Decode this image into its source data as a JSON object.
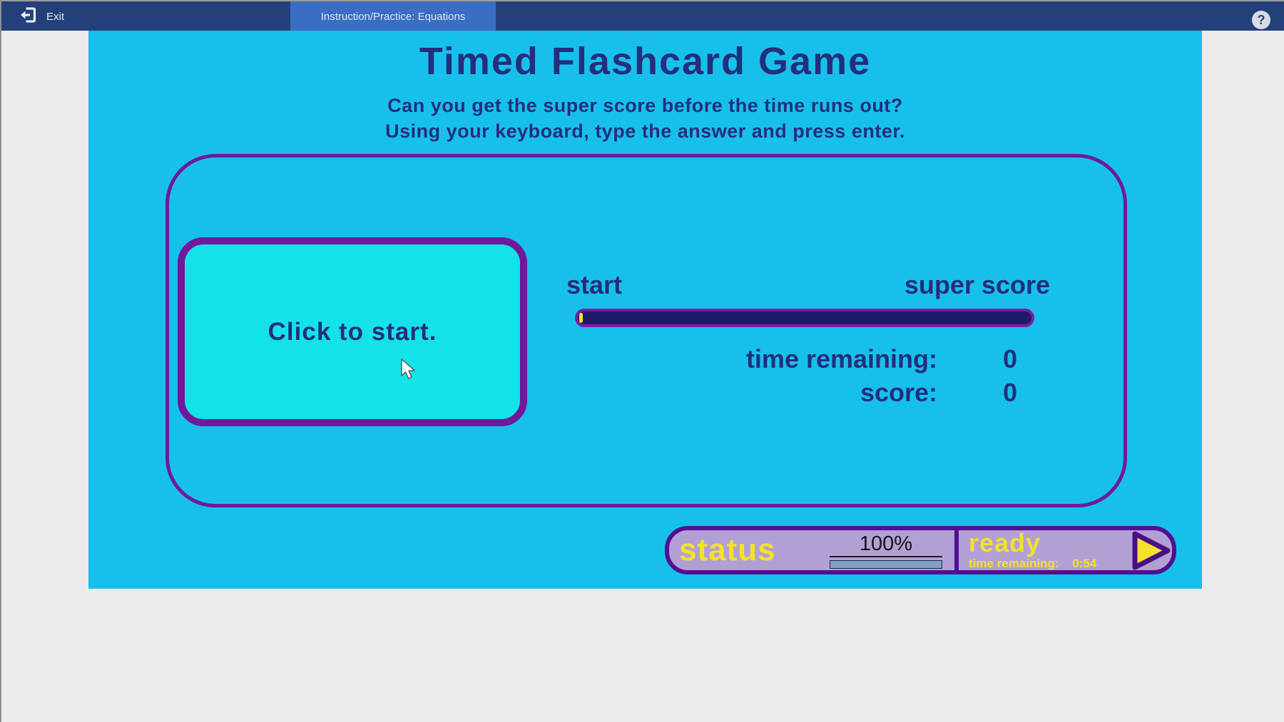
{
  "topbar": {
    "exit_label": "Exit",
    "tab_label": "Instruction/Practice: Equations",
    "help_glyph": "?"
  },
  "game": {
    "title": "Timed Flashcard Game",
    "subtitle_line1": "Can you get the super score before the time runs out?",
    "subtitle_line2": "Using your keyboard, type the answer and press enter.",
    "flashcard_text": "Click to start.",
    "gauge": {
      "start_label": "start",
      "end_label": "super score",
      "progress_percent": 0
    },
    "stats": {
      "time_label": "time remaining:",
      "time_value": "0",
      "score_label": "score:",
      "score_value": "0"
    }
  },
  "status_bar": {
    "title": "status",
    "loader_percent": "100%",
    "state": "ready",
    "time_label": "time remaining:",
    "time_value": "0:54"
  },
  "colors": {
    "topbar_bg": "#24407b",
    "tab_bg": "#3b6dc2",
    "stage_bg": "#17c0ea",
    "card_bg": "#13e2e9",
    "purple_border": "#71189b",
    "navy_text": "#242e7d",
    "gauge_fill": "#1d1a68",
    "gauge_border": "#7d1ca5",
    "accent_yellow": "#f2e22b",
    "status_fill": "#b2a0d5",
    "status_border": "#501093",
    "loader_fill": "#7fa0c0",
    "page_bg": "#ebebeb"
  }
}
